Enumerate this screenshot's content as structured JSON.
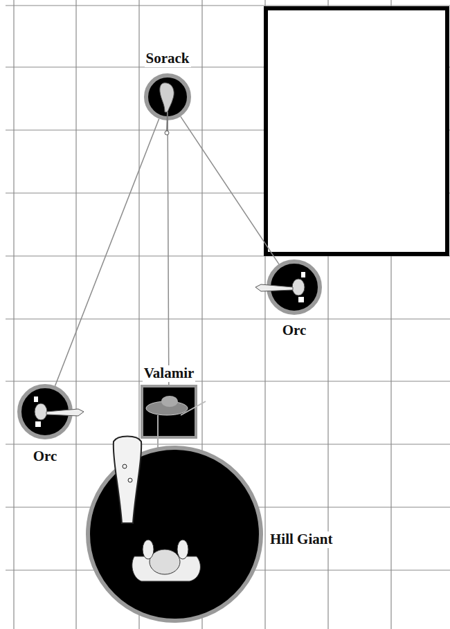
{
  "diagram": {
    "nodes": [
      {
        "text": [
          "Sorack"
        ]
      },
      {
        "text": [
          "Orc"
        ]
      },
      {
        "text": [
          "Valamir"
        ]
      },
      {
        "text": [
          "Orc"
        ]
      },
      {
        "text": [
          "Hill Giant"
        ]
      }
    ],
    "edges": [
      {
        "from": 0,
        "to": 3,
        "arrow": "none"
      },
      {
        "from": 0,
        "to": 2,
        "arrow": "none"
      },
      {
        "from": 0,
        "to": 1,
        "arrow": "none"
      }
    ]
  }
}
